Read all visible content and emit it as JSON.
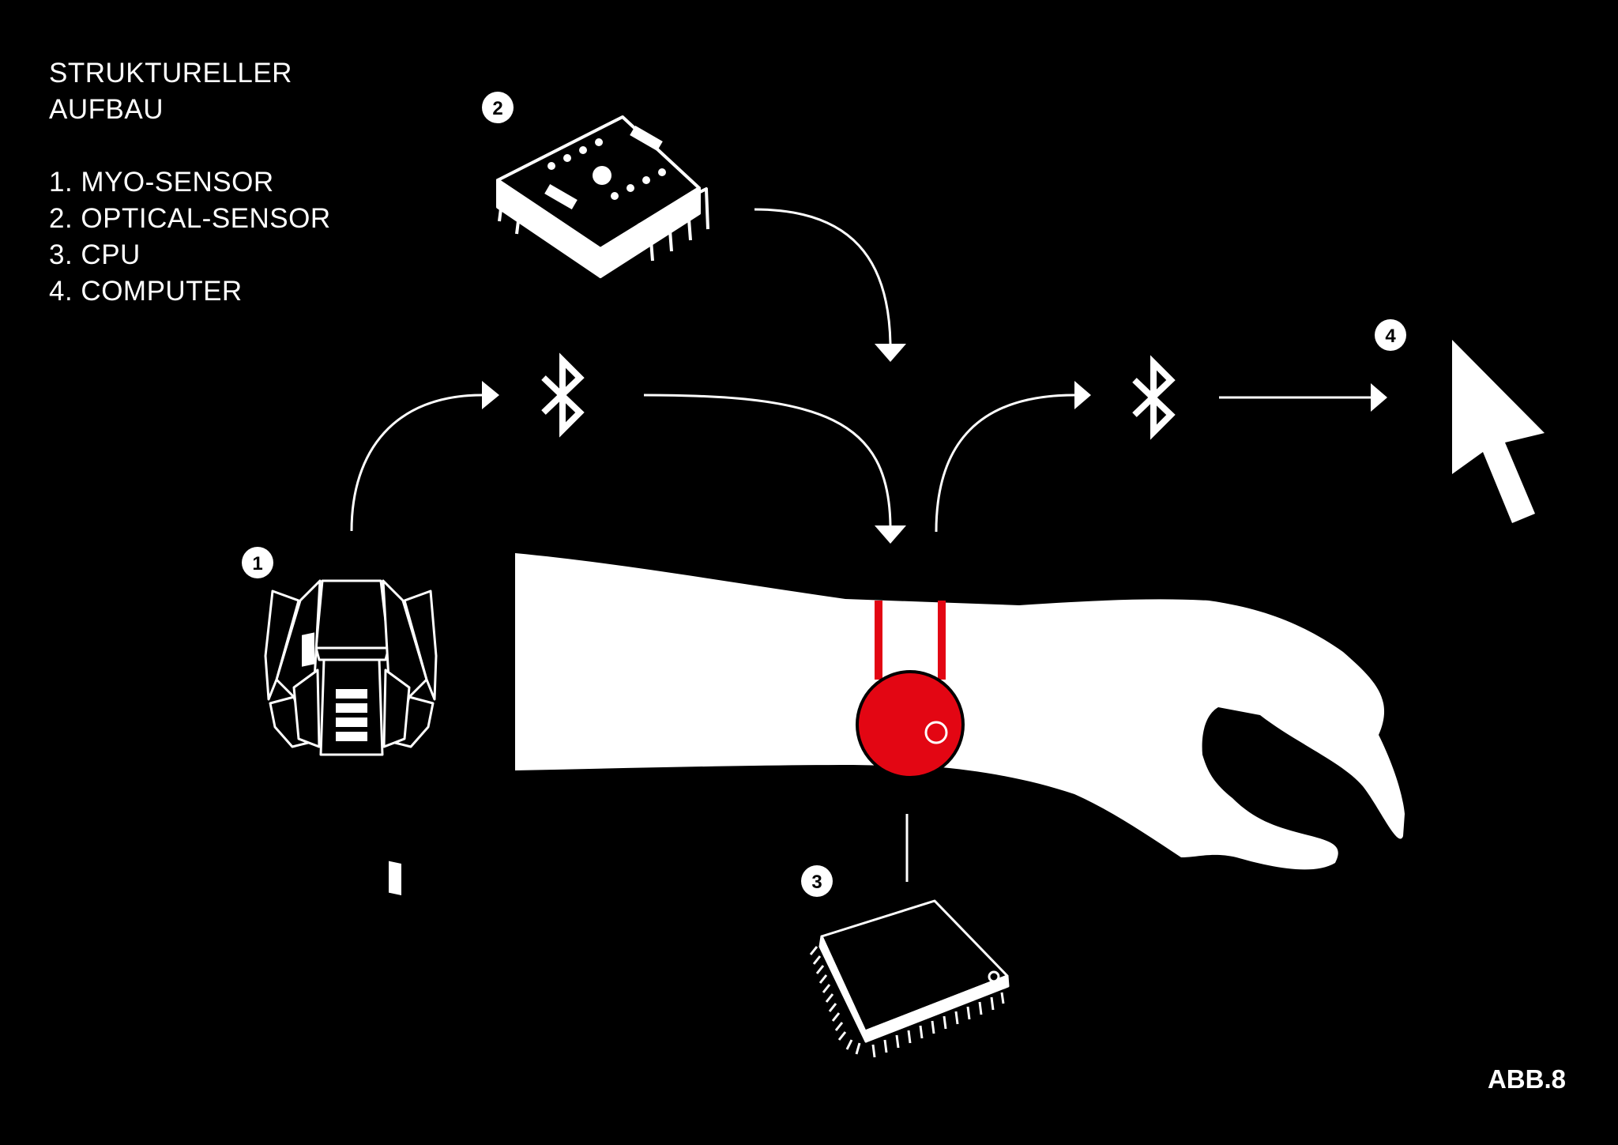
{
  "legend": {
    "title_lines": [
      "STRUKTURELLER",
      "AUFBAU"
    ],
    "items": [
      "1. MYO-SENSOR",
      "2. OPTICAL-SENSOR",
      "3. CPU",
      "4. COMPUTER"
    ]
  },
  "figure_ref": "ABB.8",
  "badges": {
    "myo": "1",
    "optical": "2",
    "cpu": "3",
    "computer": "4"
  },
  "colors": {
    "background": "#000000",
    "foreground": "#ffffff",
    "accent": "#e30613"
  },
  "icons": {
    "myo": "myo-armband-icon",
    "optical": "optical-sensor-chip-icon",
    "cpu": "cpu-chip-icon",
    "computer": "mouse-cursor-icon",
    "bluetooth": "bluetooth-icon"
  }
}
